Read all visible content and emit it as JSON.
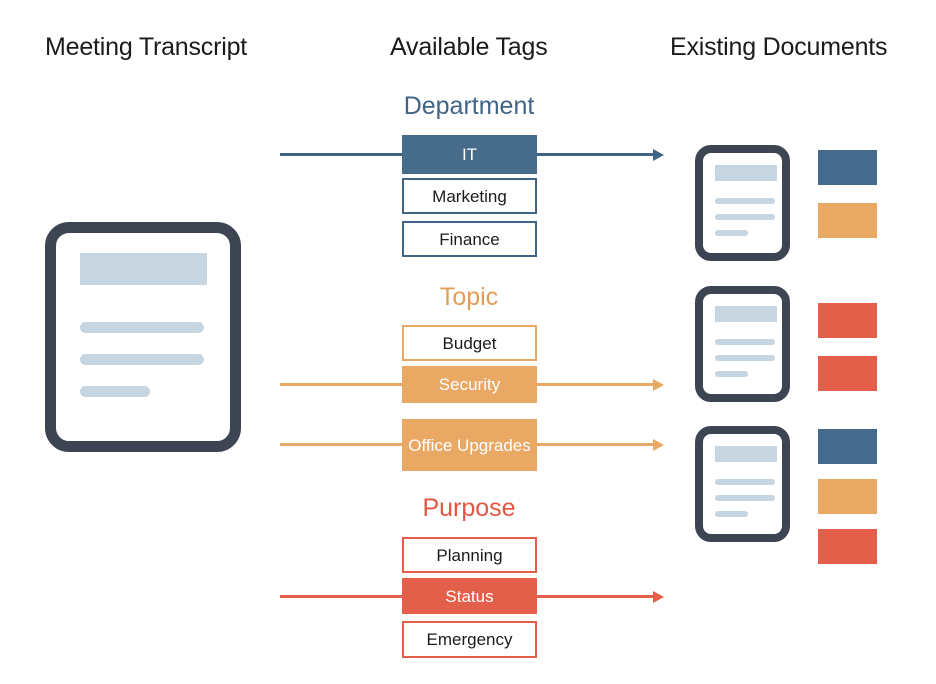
{
  "headers": {
    "transcript": "Meeting Transcript",
    "tags": "Available Tags",
    "documents": "Existing Documents"
  },
  "colors": {
    "blue": "#3F6486",
    "blue_fill": "#476B8B",
    "orange": "#E9A863",
    "red": "#E45F4A",
    "dark_slate": "#3E4552",
    "doc_line": "#C6D5DF",
    "text": "#1b1b1b",
    "background": "#ffffff"
  },
  "tag_groups": [
    {
      "title": "Department",
      "color": "#3F6486",
      "tags": [
        {
          "label": "IT",
          "selected": true,
          "arrow": true
        },
        {
          "label": "Marketing",
          "selected": false,
          "arrow": false
        },
        {
          "label": "Finance",
          "selected": false,
          "arrow": false
        }
      ]
    },
    {
      "title": "Topic",
      "color": "#E9A863",
      "tags": [
        {
          "label": "Budget",
          "selected": false,
          "arrow": false
        },
        {
          "label": "Security",
          "selected": true,
          "arrow": true
        },
        {
          "label": "Office Upgrades",
          "selected": true,
          "arrow": true
        }
      ]
    },
    {
      "title": "Purpose",
      "color": "#E45F4A",
      "tags": [
        {
          "label": "Planning",
          "selected": false,
          "arrow": false
        },
        {
          "label": "Status",
          "selected": true,
          "arrow": true
        },
        {
          "label": "Emergency",
          "selected": false,
          "arrow": false
        }
      ]
    }
  ],
  "transcript_document": {
    "icon": "document-icon",
    "lines": 3
  },
  "existing_documents": [
    {
      "icon": "document-icon",
      "chips": [
        "#456B8C",
        "#E9A863"
      ]
    },
    {
      "icon": "document-icon",
      "chips": [
        "#E45F4A",
        "#E45F4A"
      ]
    },
    {
      "icon": "document-icon",
      "chips": [
        "#456B8C",
        "#E9A863",
        "#E45F4A"
      ]
    }
  ]
}
